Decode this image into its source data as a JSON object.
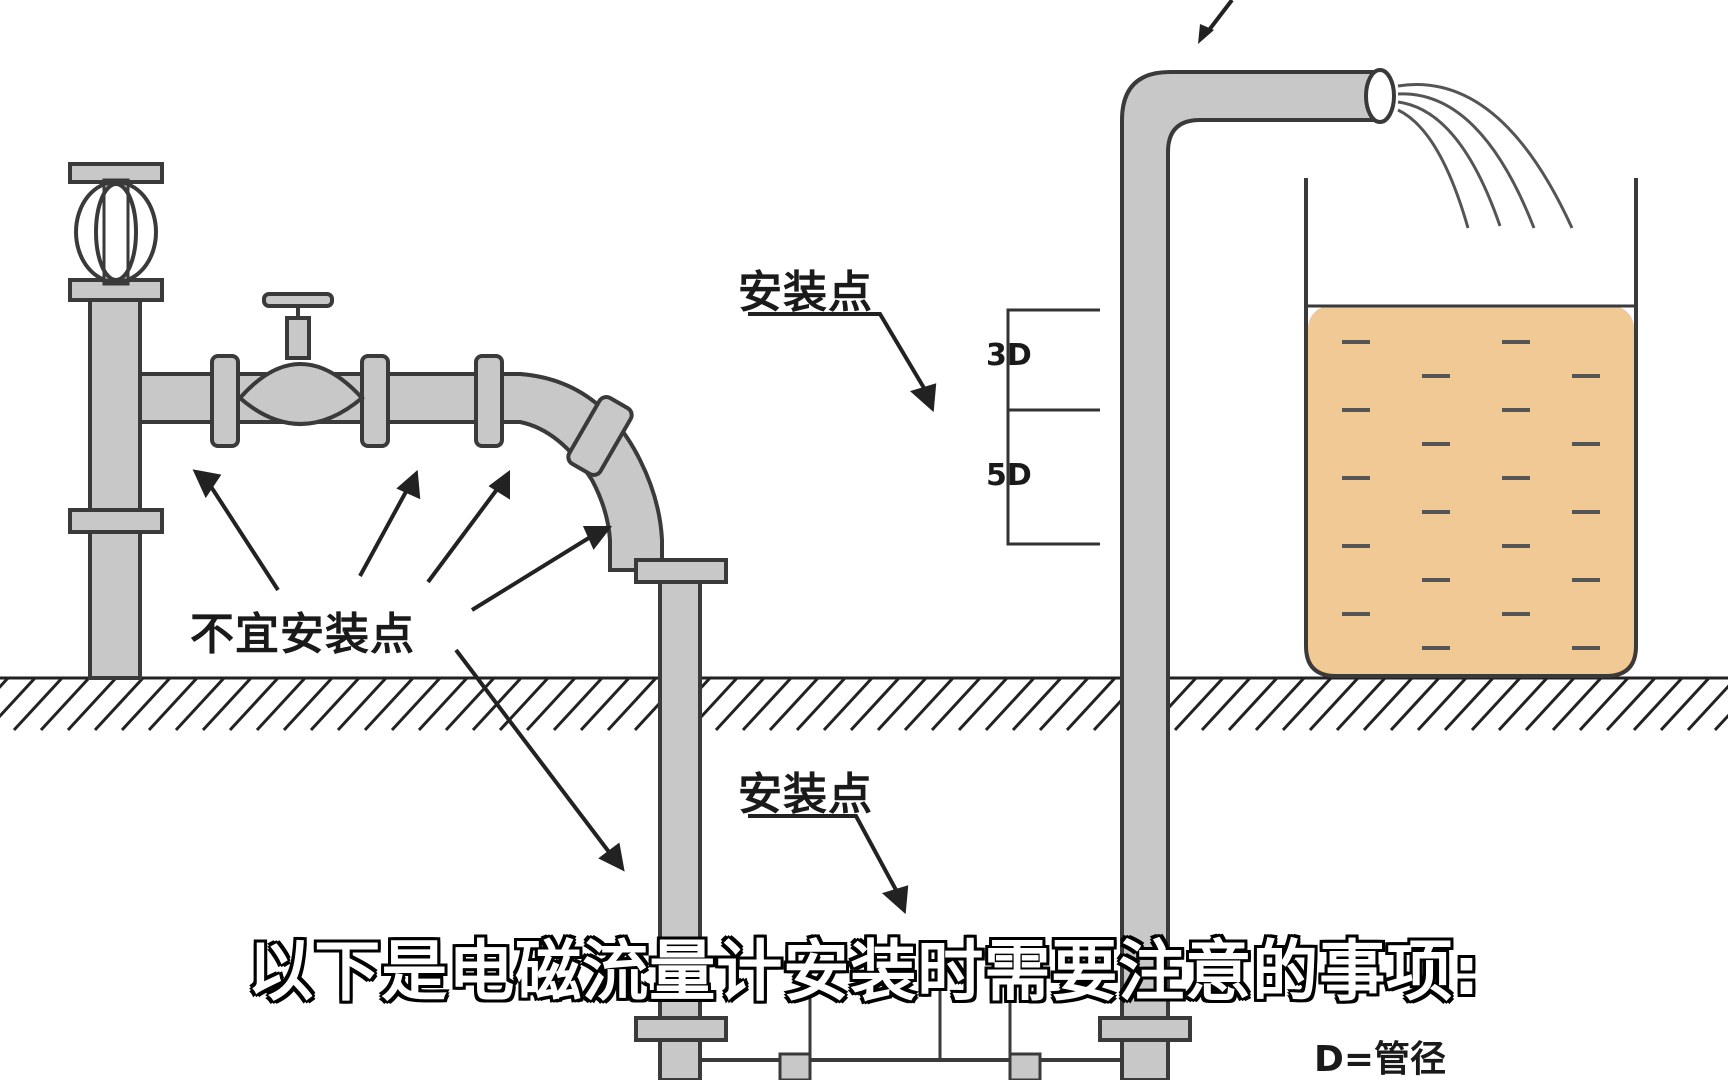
{
  "labels": {
    "not_recommended": "不宜安装点",
    "install_point_upper": "安装点",
    "install_point_lower": "安装点",
    "dim_3d": "3D",
    "dim_5d": "5D",
    "legend": "D=管径"
  },
  "subtitle": "以下是电磁流量计安装时需要注意的事项:",
  "colors": {
    "pipe_fill": "#c8c8c8",
    "pipe_stroke": "#3a3a3a",
    "liquid": "#f0c994",
    "ground_hatch": "#222222"
  },
  "icons": [
    "valve-handwheel-icon",
    "gate-valve-icon",
    "arrow-icon"
  ]
}
